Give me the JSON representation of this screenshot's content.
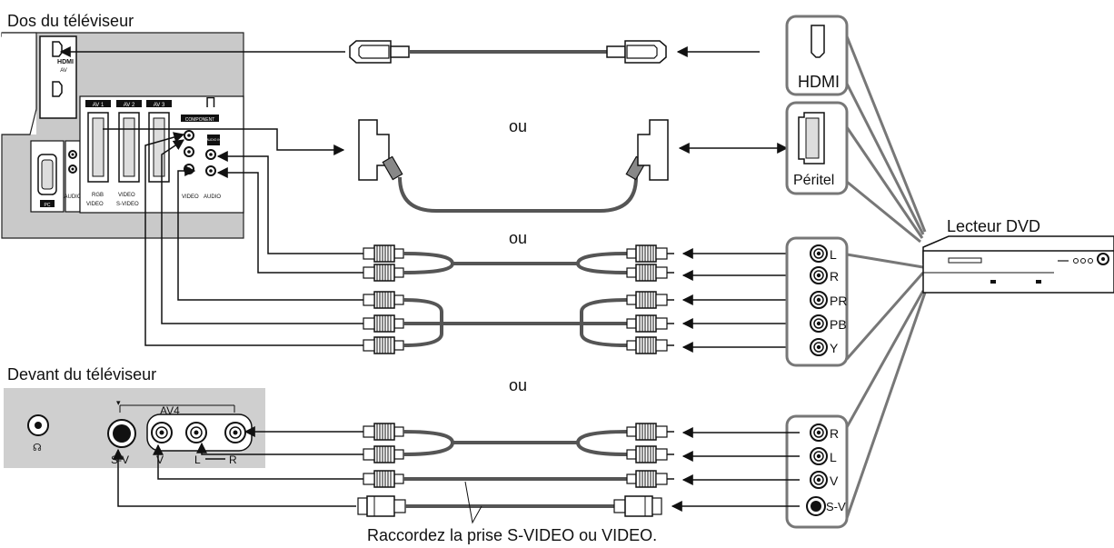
{
  "labels": {
    "tv_back": "Dos du téléviseur",
    "tv_front": "Devant du téléviseur",
    "dvd": "Lecteur DVD",
    "or_1": "ou",
    "or_2": "ou",
    "or_3": "ou",
    "hdmi": "HDMI",
    "peritel": "Péritel",
    "caption": "Raccordez la prise S-VIDEO ou VIDEO."
  },
  "tv_back_panel": {
    "hdmi_logo": "HDMI",
    "hdmi_sub": "AV",
    "av1": "AV 1",
    "av2": "AV 2",
    "av3": "AV 3",
    "component": "COMPONENT",
    "audio_in": "AUDIO IN",
    "pc": "PC",
    "rgb": "RGB",
    "video": "VIDEO",
    "svideo": "S-VIDEO",
    "audio": "AUDIO"
  },
  "tv_front_panel": {
    "av4": "AV4",
    "sv": "S-V",
    "v": "V",
    "l": "L",
    "r": "R"
  },
  "dvd_component_terminals": [
    "L",
    "R",
    "PR",
    "PB",
    "Y"
  ],
  "dvd_av_terminals": [
    "R",
    "L",
    "V",
    "S-V"
  ]
}
